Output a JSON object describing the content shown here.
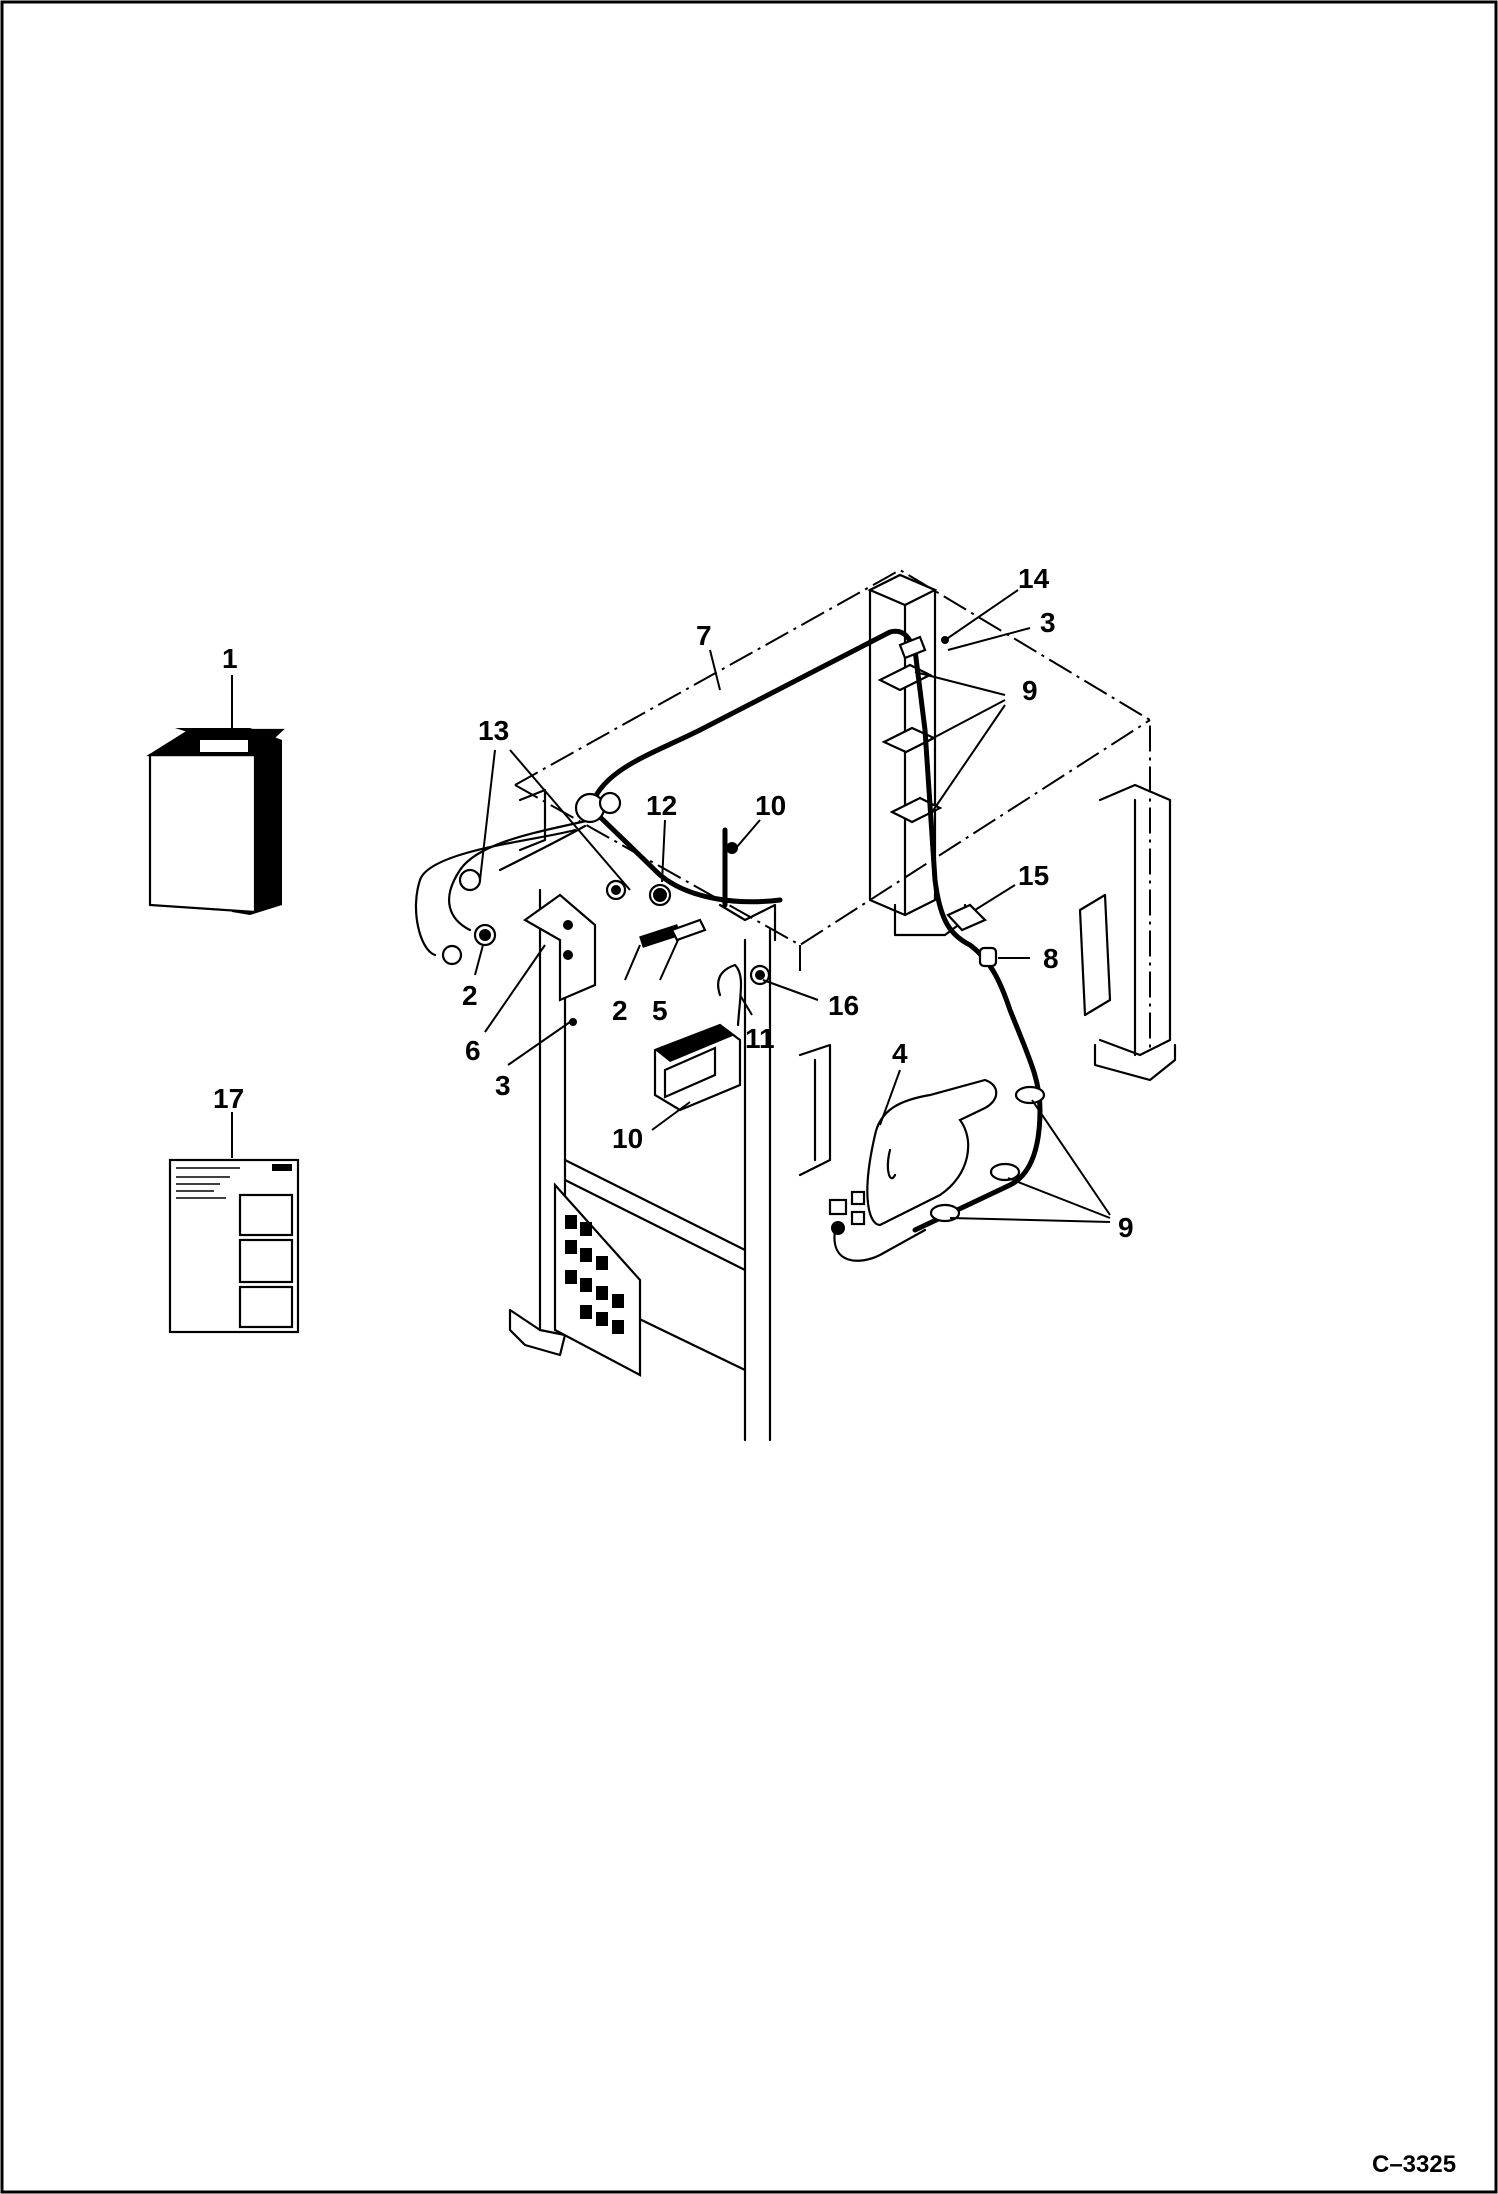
{
  "figure": {
    "code": "C–3325"
  },
  "callouts": [
    {
      "id": "c1",
      "text": "1"
    },
    {
      "id": "c2a",
      "text": "2"
    },
    {
      "id": "c2b",
      "text": "2"
    },
    {
      "id": "c3a",
      "text": "3"
    },
    {
      "id": "c3b",
      "text": "3"
    },
    {
      "id": "c4",
      "text": "4"
    },
    {
      "id": "c5",
      "text": "5"
    },
    {
      "id": "c6",
      "text": "6"
    },
    {
      "id": "c7",
      "text": "7"
    },
    {
      "id": "c8",
      "text": "8"
    },
    {
      "id": "c9a",
      "text": "9"
    },
    {
      "id": "c9b",
      "text": "9"
    },
    {
      "id": "c10a",
      "text": "10"
    },
    {
      "id": "c10b",
      "text": "10"
    },
    {
      "id": "c11",
      "text": "11"
    },
    {
      "id": "c12",
      "text": "12"
    },
    {
      "id": "c13",
      "text": "13"
    },
    {
      "id": "c14",
      "text": "14"
    },
    {
      "id": "c15",
      "text": "15"
    },
    {
      "id": "c16",
      "text": "16"
    },
    {
      "id": "c17",
      "text": "17"
    }
  ]
}
